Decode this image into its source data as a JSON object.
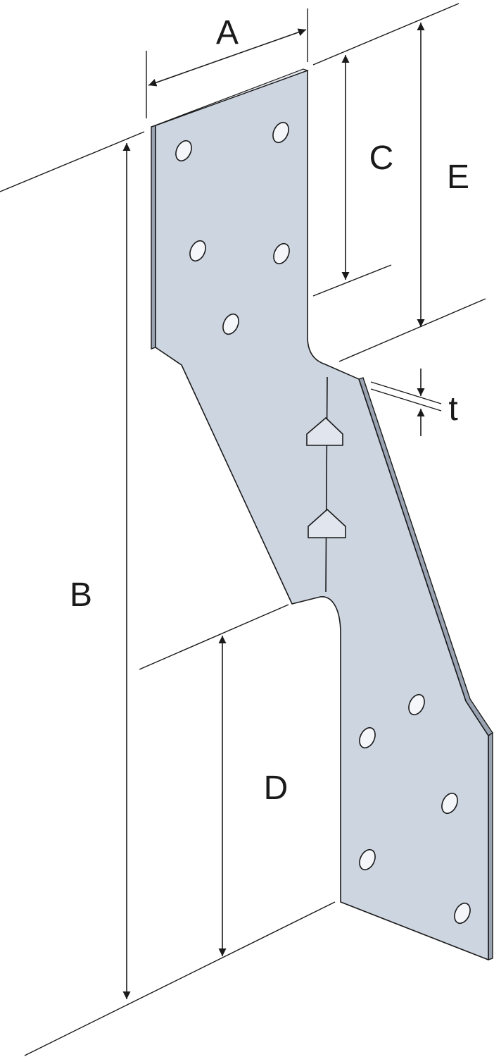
{
  "diagram": {
    "labels": {
      "a": "A",
      "b": "B",
      "c": "C",
      "d": "D",
      "e": "E",
      "t": "t"
    },
    "colors": {
      "plate_face": "#cdd5e1",
      "plate_edge": "#9aa3b2",
      "line": "#1a1a1a",
      "hole": "#f4f6f9",
      "background": "#ffffff"
    }
  }
}
